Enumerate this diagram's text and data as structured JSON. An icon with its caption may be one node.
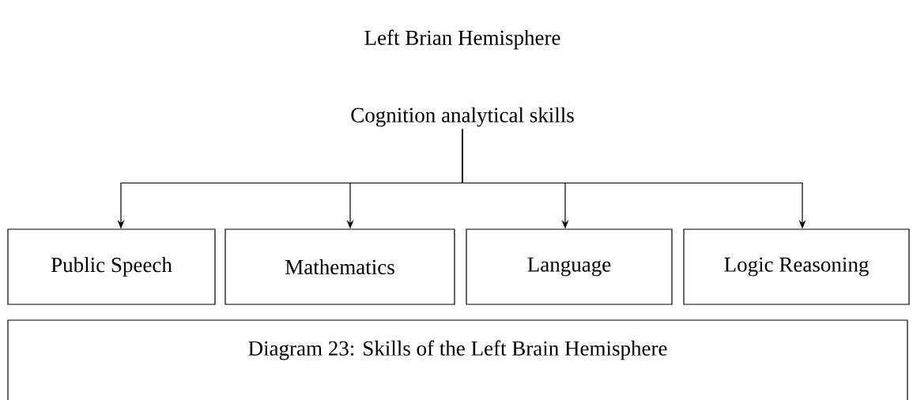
{
  "diagram": {
    "title": "Left Brian Hemisphere",
    "caption": "Diagram 23: Skills of the Left Brain Hemisphere",
    "nodes": [
      {
        "text": [
          "Cognition analytical skills"
        ]
      },
      {
        "text": [
          "Public Speech"
        ]
      },
      {
        "text": [
          "Mathematics"
        ]
      },
      {
        "text": [
          "Language"
        ]
      },
      {
        "text": [
          "Logic Reasoning"
        ]
      }
    ],
    "edges": [
      {
        "from": 0,
        "to": 1,
        "arrow": "to"
      },
      {
        "from": 0,
        "to": 2,
        "arrow": "to"
      },
      {
        "from": 0,
        "to": 3,
        "arrow": "to"
      },
      {
        "from": 0,
        "to": 4,
        "arrow": "to"
      }
    ]
  }
}
